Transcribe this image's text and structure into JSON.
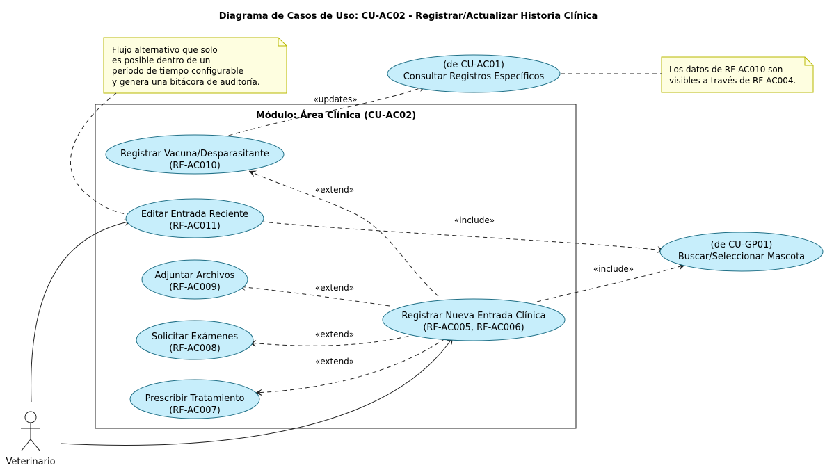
{
  "diagram": {
    "title": "Diagrama de Casos de Uso: CU-AC02 - Registrar/Actualizar Historia Clínica",
    "package_title": "Módulo: Área Clínica (CU-AC02)",
    "actor": {
      "name": "Veterinario"
    },
    "use_cases": {
      "vacuna": [
        "Registrar Vacuna/Desparasitante",
        "(RF-AC010)"
      ],
      "editar": [
        "Editar Entrada Reciente",
        "(RF-AC011)"
      ],
      "adjuntar": [
        "Adjuntar Archivos",
        "(RF-AC009)"
      ],
      "solicitar": [
        "Solicitar Exámenes",
        "(RF-AC008)"
      ],
      "prescribir": [
        "Prescribir Tratamiento",
        "(RF-AC007)"
      ],
      "nueva": [
        "Registrar Nueva Entrada Clínica",
        "(RF-AC005, RF-AC006)"
      ],
      "consultar": [
        "(de CU-AC01)",
        "Consultar Registros Específicos"
      ],
      "buscar": [
        "(de CU-GP01)",
        "Buscar/Seleccionar Mascota"
      ]
    },
    "notes": {
      "flujo": [
        "Flujo alternativo que solo",
        "es posible dentro de un",
        "período de tiempo configurable",
        "y genera una bitácora de auditoría."
      ],
      "datos": [
        "Los datos de RF-AC010 son",
        "visibles a través de RF-AC004."
      ]
    },
    "relations": {
      "updates": "«updates»",
      "extend_vacuna": "«extend»",
      "extend_adjuntar": "«extend»",
      "extend_solicitar": "«extend»",
      "extend_prescribir": "«extend»",
      "include_editar": "«include»",
      "include_nueva": "«include»"
    }
  }
}
